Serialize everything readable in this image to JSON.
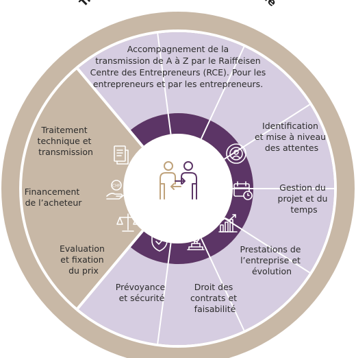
{
  "title": "Transmission d’entreprise globale",
  "intro_lines": [
    "Accompagnement de la",
    "transmission de A à Z par le Raiffeisen",
    "Centre des Entrepreneurs (RCE). Pour les",
    "entrepreneurs et par les entrepreneurs."
  ],
  "segments": [
    {
      "icon": "target-icon",
      "lines": [
        "Identification",
        "et mise à niveau",
        "des attentes"
      ]
    },
    {
      "icon": "calendar-clock-icon",
      "lines": [
        "Gestion du",
        "projet et du",
        "temps"
      ]
    },
    {
      "icon": "growth-chart-icon",
      "lines": [
        "Prestations de",
        "l’entreprise et",
        "évolution"
      ]
    },
    {
      "icon": "stamp-icon",
      "lines": [
        "Droit des",
        "contrats et",
        "faisabilité"
      ]
    },
    {
      "icon": "shield-check-icon",
      "lines": [
        "Prévoyance",
        "et sécurité"
      ]
    },
    {
      "icon": "scales-icon",
      "lines": [
        "Evaluation",
        "et fixation",
        "du prix"
      ]
    },
    {
      "icon": "hand-coin-icon",
      "lines": [
        "Financement",
        "de l’acheteur"
      ]
    },
    {
      "icon": "documents-icon",
      "lines": [
        "Traitement",
        "technique et",
        "transmission"
      ]
    }
  ],
  "center_icon": "handover-people-icon",
  "colors": {
    "outer_ring": "#c8b8a6",
    "segment_fill": "#d6cde1",
    "inner_ring": "#5c3566",
    "center": "#ffffff",
    "divider": "#ffffff"
  }
}
